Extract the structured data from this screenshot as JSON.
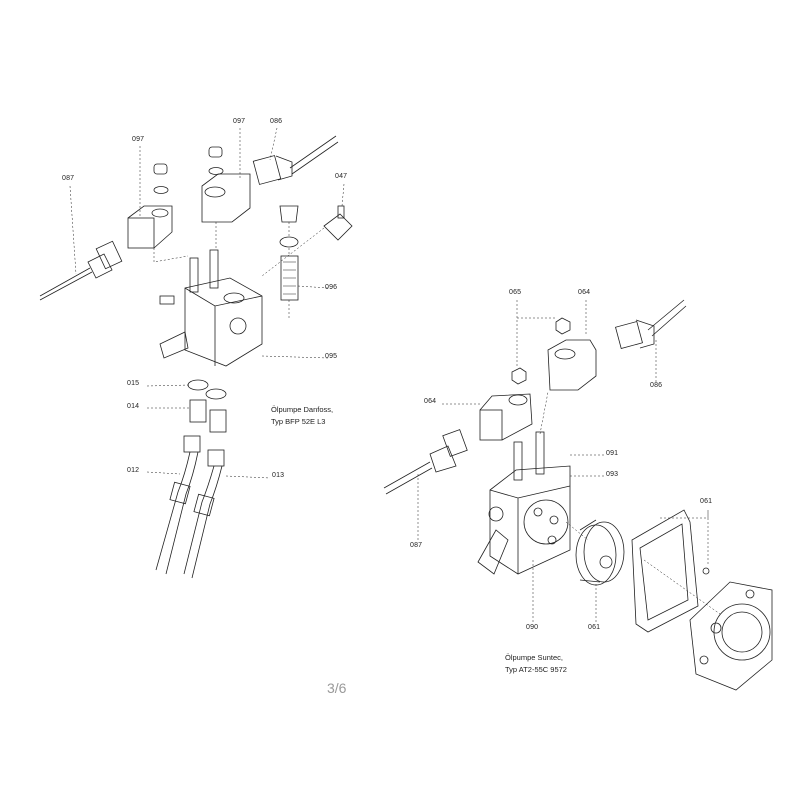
{
  "diagram": {
    "left_assembly": {
      "caption_line1": "Ölpumpe Danfoss,",
      "caption_line2": "Typ BFP 52E L3",
      "labels": [
        "087",
        "097",
        "097",
        "086",
        "047",
        "096",
        "095",
        "015",
        "014",
        "012",
        "013"
      ]
    },
    "right_assembly": {
      "caption_line1": "Ölpumpe Suntec,",
      "caption_line2": "Typ AT2-55C 9572",
      "labels": [
        "065",
        "064",
        "064",
        "086",
        "091",
        "093",
        "087",
        "061",
        "090",
        "061"
      ]
    },
    "page_indicator": "3/6"
  }
}
